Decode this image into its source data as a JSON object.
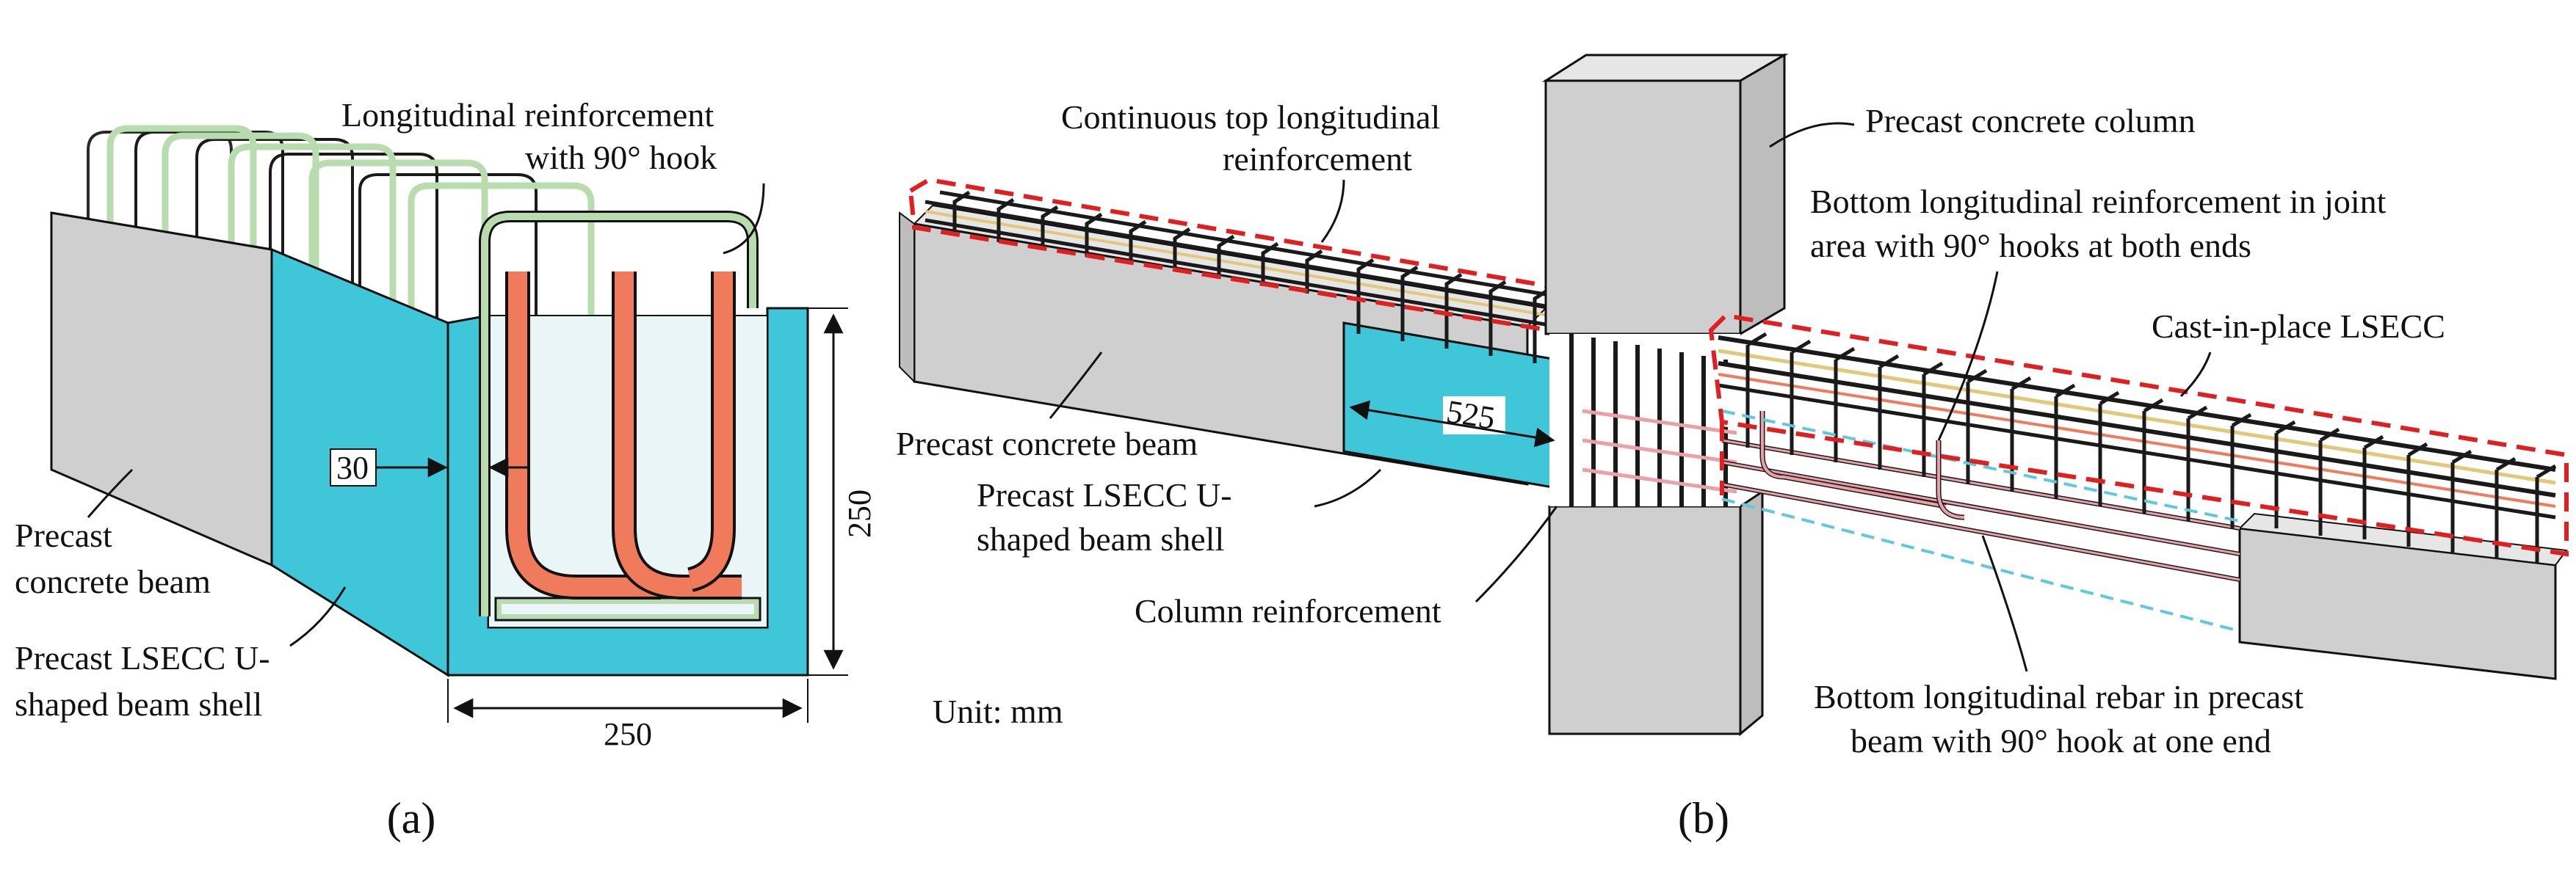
{
  "colors": {
    "precast_concrete": "#cfcfcf",
    "lsecc_shell": "#3fc6d8",
    "stirrup_green": "#b9dcae",
    "hook_rebar": "#f07a5c",
    "bottom_rebar_pink": "#e9a0a6",
    "top_rebar_yellow": "#e3c77a",
    "castinplace_outline": "#e02020",
    "cyan_dash": "#5ec8e0"
  },
  "panel_a": {
    "caption": "(a)",
    "label_long_reinf": [
      "Longitudinal reinforcement",
      "with 90° hook"
    ],
    "label_precast_beam": [
      "Precast",
      "concrete beam"
    ],
    "label_lsecc_shell": [
      "Precast LSECC U-",
      "shaped beam shell"
    ],
    "dim_thickness": "30",
    "dim_height": "250",
    "dim_width": "250"
  },
  "panel_b": {
    "caption": "(b)",
    "label_top_long": [
      "Continuous top longitudinal",
      "reinforcement"
    ],
    "label_column": "Precast concrete column",
    "label_bottom_joint": [
      "Bottom longitudinal reinforcement in joint",
      "area with 90° hooks at both ends"
    ],
    "label_castinplace": "Cast-in-place LSECC",
    "label_precast_beam": "Precast concrete beam",
    "label_lsecc_shell": [
      "Precast LSECC U-",
      "shaped beam shell"
    ],
    "label_column_reinf": "Column reinforcement",
    "label_bottom_precast": [
      "Bottom longitudinal rebar in precast",
      "beam with 90° hook at one end"
    ],
    "label_unit": "Unit: mm",
    "dim_shell_length": "525"
  }
}
